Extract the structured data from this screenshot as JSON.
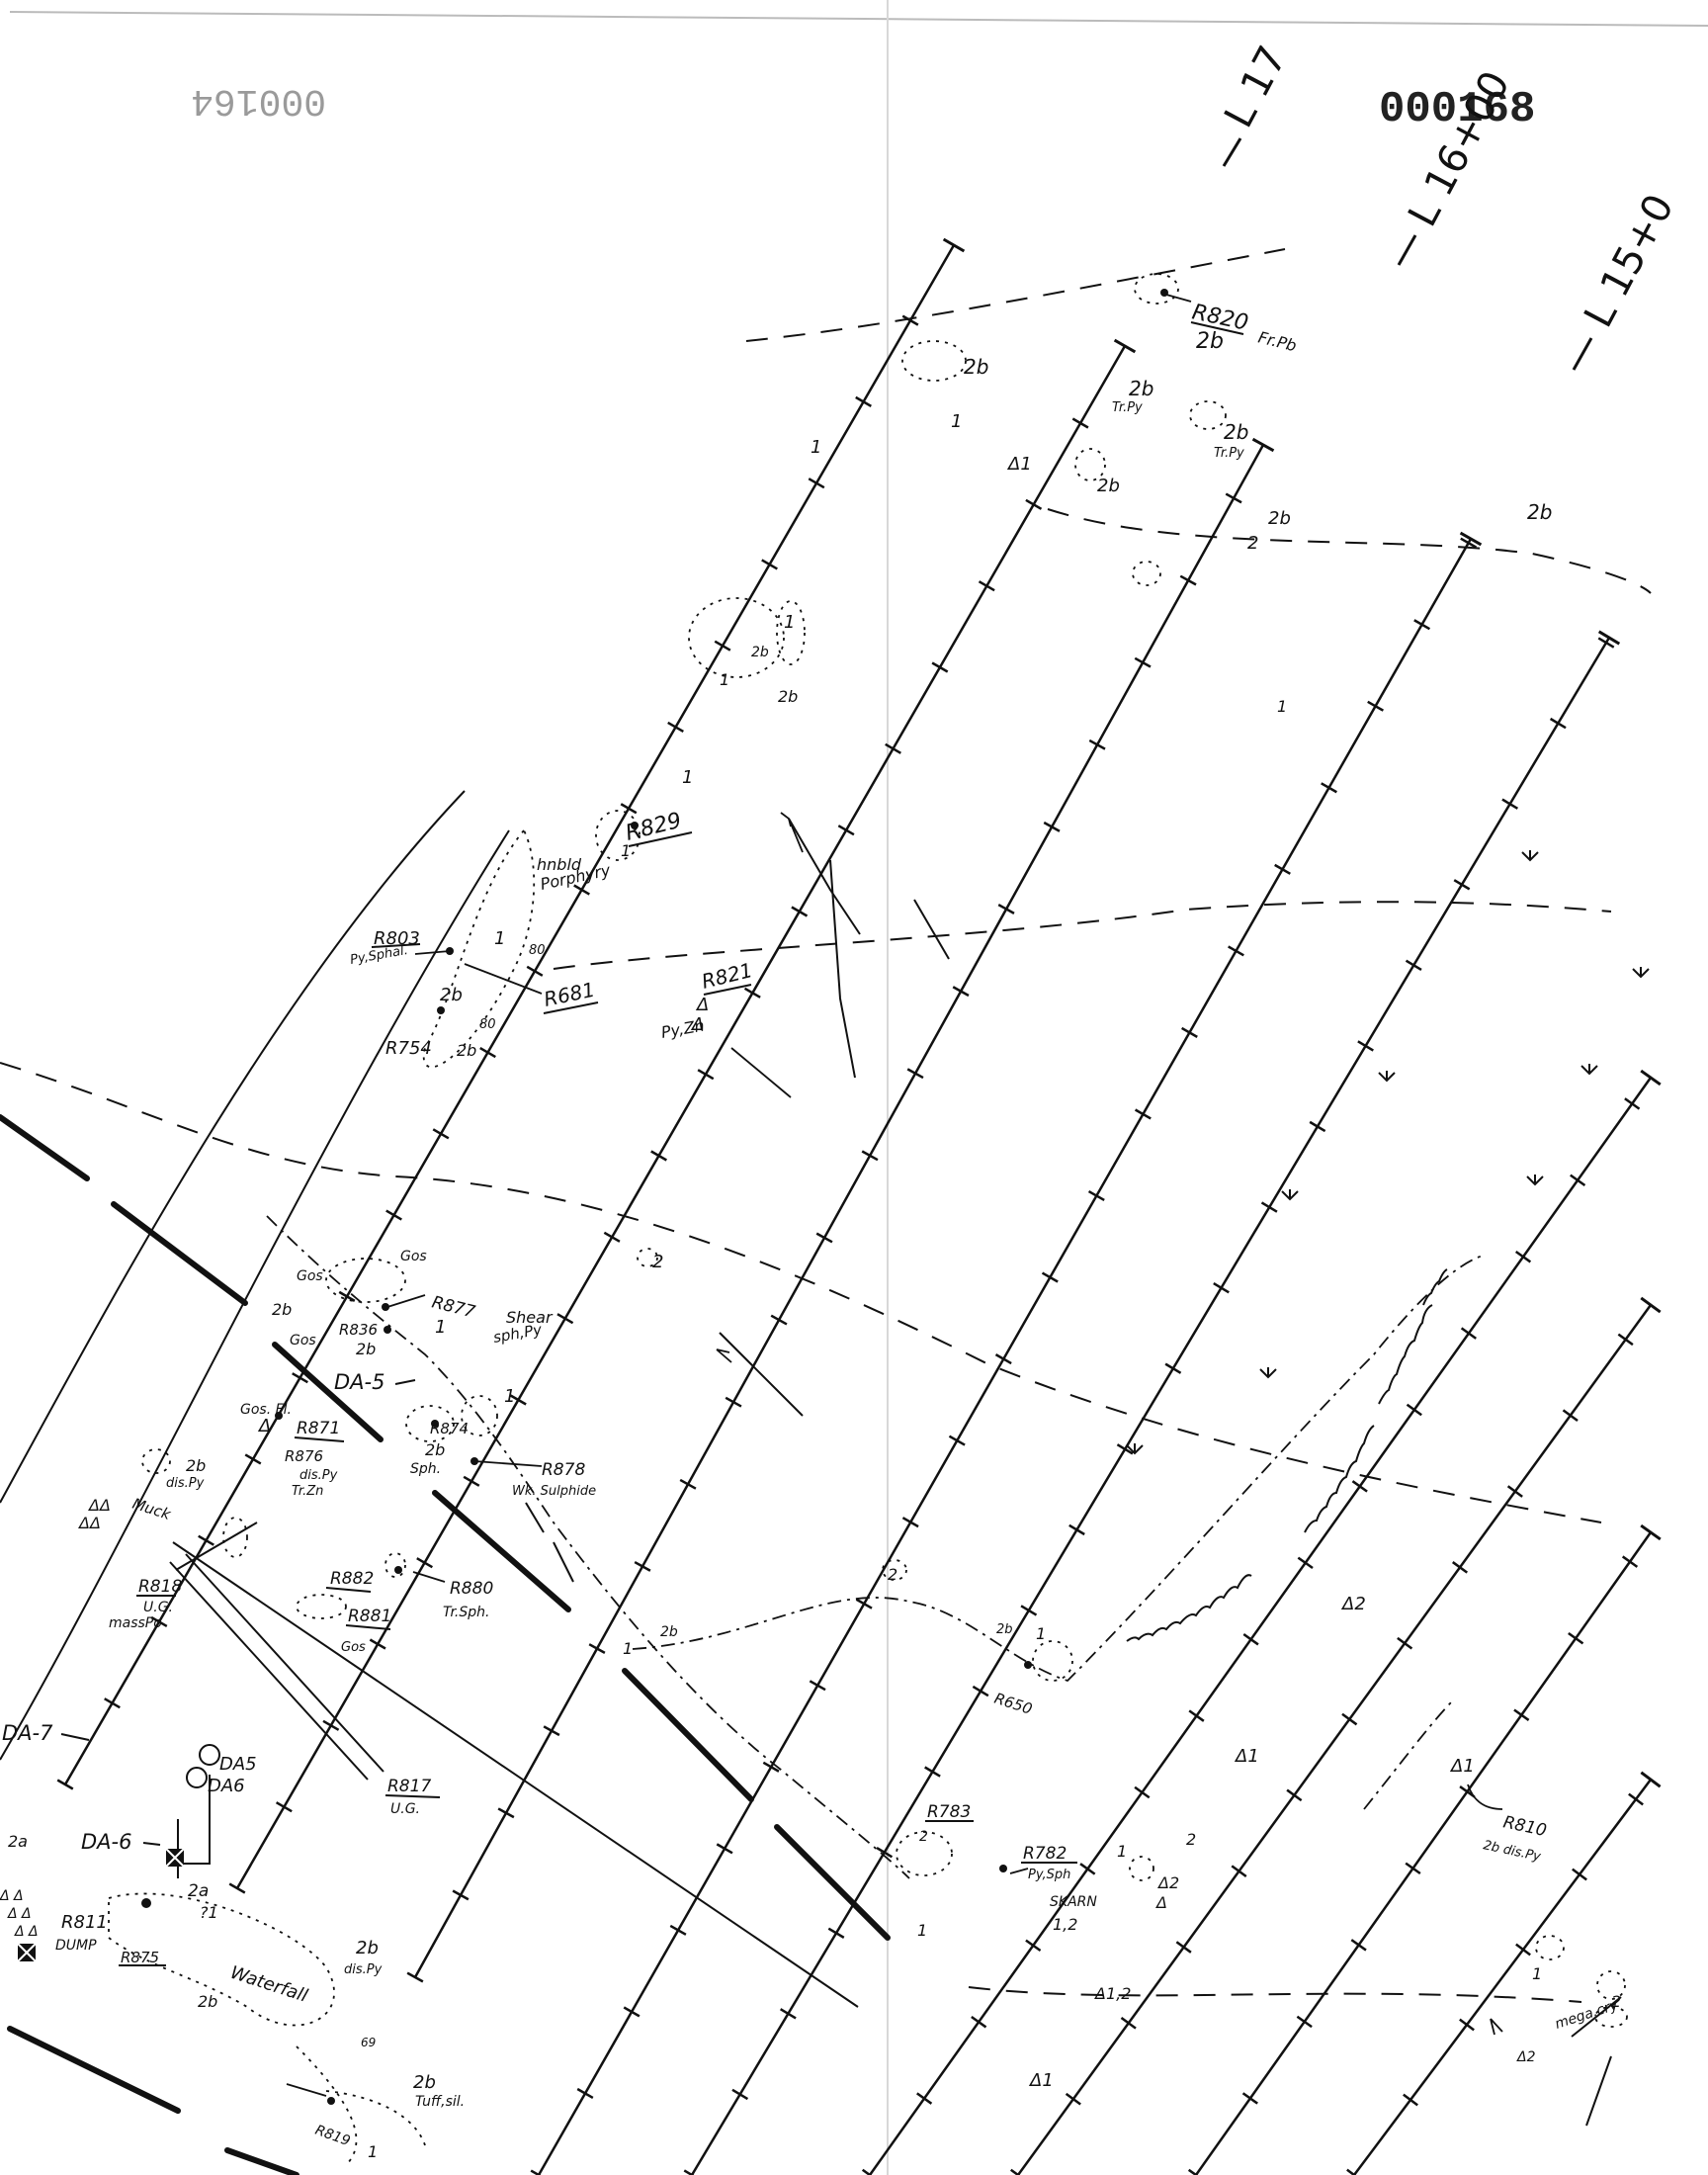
{
  "document_number": "000168",
  "ghost_number": "000164",
  "grid_lines": [
    {
      "label": "L 17"
    },
    {
      "label": "L 16+00"
    },
    {
      "label": "L 15+0"
    }
  ],
  "drill_holes": {
    "da5": "DA-5",
    "da5_collar": "DA5",
    "da6_collar": "DA6",
    "da6": "DA-6",
    "da7": "DA-7"
  },
  "samples": {
    "r820": {
      "id": "R820",
      "unit": "2b",
      "note": "Fr.Pb"
    },
    "r829": "R829",
    "r803": {
      "id": "R803",
      "note": "Py,Sphal."
    },
    "r681": "R681",
    "r754": "R754",
    "r821": {
      "id": "R821",
      "note": "Py,Zn"
    },
    "r877": "R877",
    "r836": "R836",
    "r874": "R874",
    "r878": {
      "id": "R878",
      "note": "Wk. Sulphide"
    },
    "r871": "R871",
    "r876": {
      "id": "R876",
      "note1": "dis.Py",
      "note2": "Tr.Zn"
    },
    "r818": {
      "id": "R818",
      "note1": "U.G.",
      "note2": "massPo"
    },
    "r882": "R882",
    "r881": "R881",
    "r880": {
      "id": "R880",
      "note": "Tr.Sph."
    },
    "r817": {
      "id": "R817",
      "note": "U.G."
    },
    "r650": "R650",
    "r783": "R783",
    "r782": {
      "id": "R782",
      "note": "Py,Sph"
    },
    "r810": {
      "id": "R810",
      "note": "2b dis.Py"
    },
    "r811": {
      "id": "R811",
      "note": "DUMP"
    },
    "r875": "R875",
    "r819": "R819"
  },
  "notes": {
    "hnbld": "hnbld",
    "porphyry": "Porphyry",
    "shear": "Shear",
    "shear_min": "sph,Py",
    "gos": "Gos",
    "gos_fl": "Gos. Fl.",
    "muck": "Muck",
    "waterfall": "Waterfall",
    "dis_py": "dis.Py",
    "tuff_sil": "Tuff,sil.",
    "skarn": "SKARN",
    "skarn_units": "1,2",
    "mega_cry": "mega.cry",
    "tr_py": "Tr.Py",
    "sph": "Sph.",
    "dip_80": "80",
    "dip_69": "69"
  },
  "units": {
    "u1": "1",
    "u2": "2",
    "u2a": "2a",
    "u2b": "2b",
    "q1": "?1",
    "d1": "Δ1",
    "d2": "Δ2",
    "d12": "Δ1,2"
  }
}
